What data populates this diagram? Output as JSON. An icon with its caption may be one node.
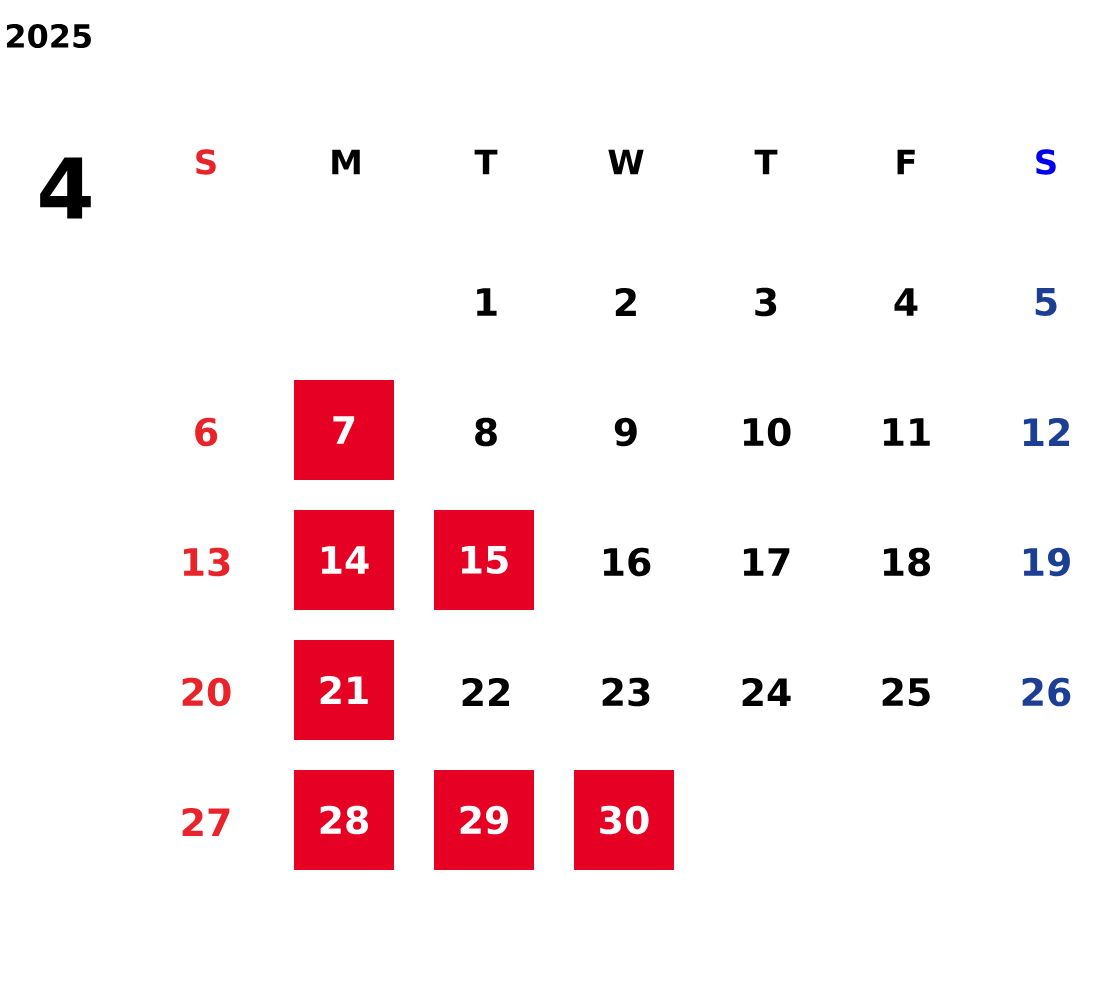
{
  "diagram": {
    "title": "2025",
    "nodes": [
      {
        "text": [
          "7"
        ]
      },
      {
        "text": [
          "14"
        ]
      },
      {
        "text": [
          "15"
        ]
      },
      {
        "text": [
          "21"
        ]
      },
      {
        "text": [
          "28"
        ]
      },
      {
        "text": [
          "29"
        ]
      },
      {
        "text": [
          "30"
        ]
      }
    ],
    "labels": [
      "4",
      "S",
      "M",
      "T",
      "W",
      "T",
      "F",
      "S",
      "1",
      "2",
      "3",
      "4",
      "5",
      "6",
      "8",
      "9",
      "10",
      "11",
      "12",
      "13",
      "16",
      "17",
      "18",
      "19",
      "20",
      "22",
      "23",
      "24",
      "25",
      "26",
      "27"
    ]
  }
}
